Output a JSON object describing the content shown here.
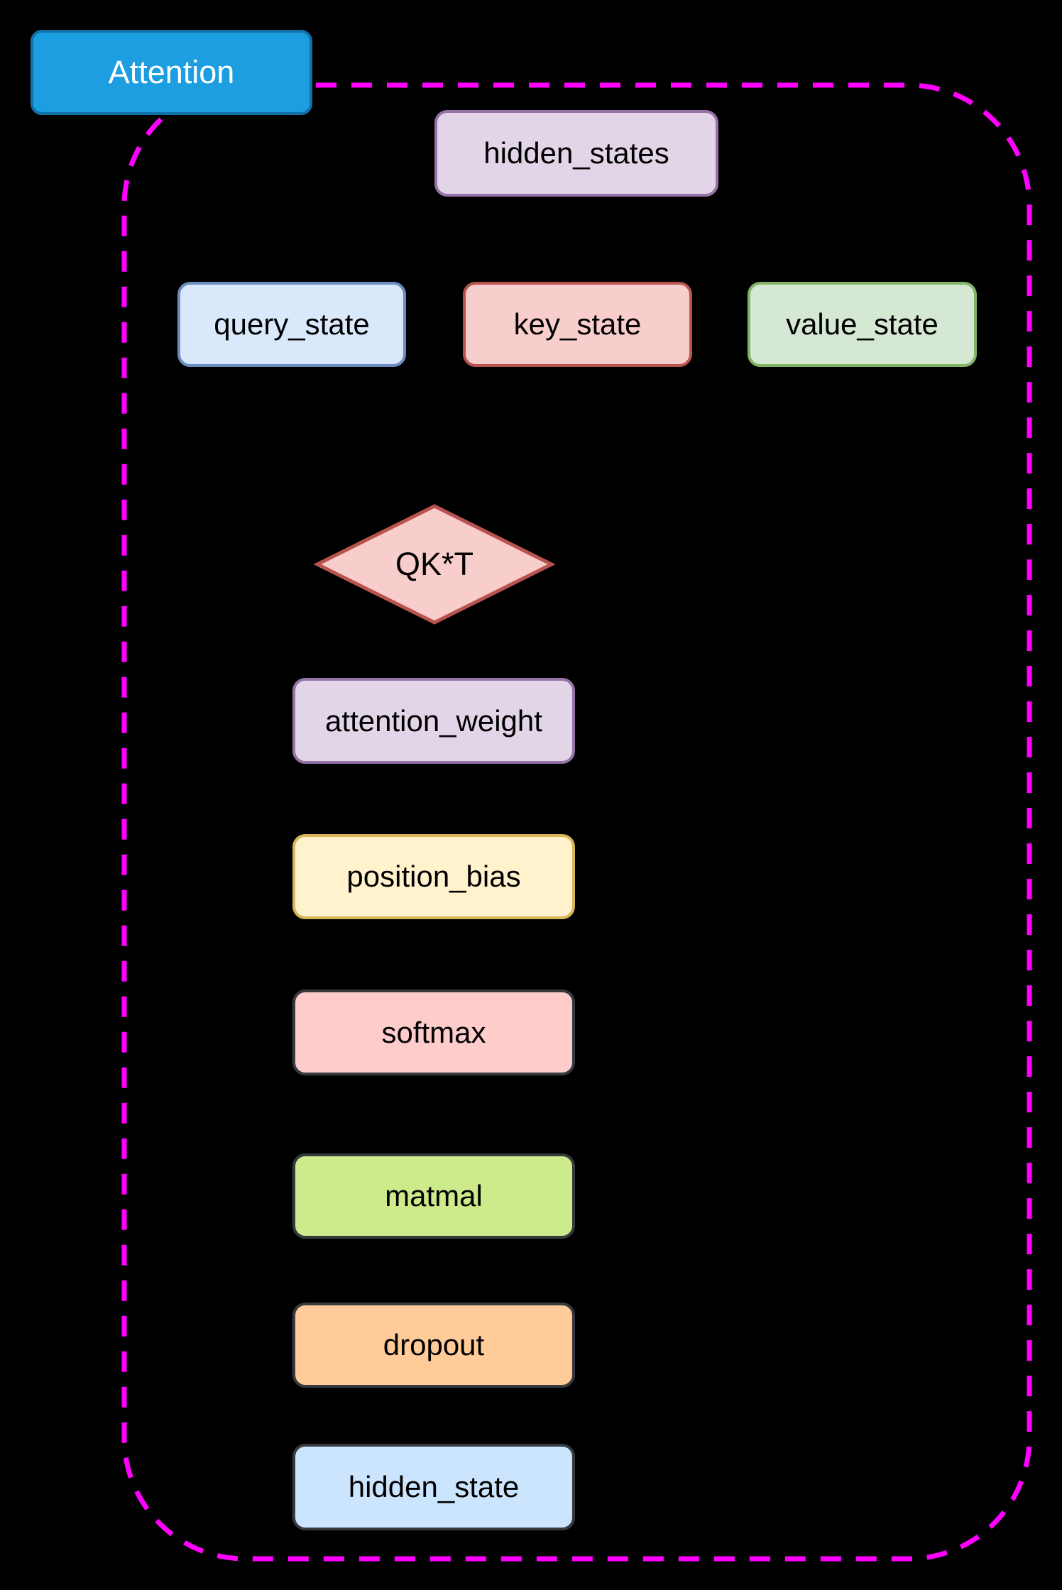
{
  "diagram": {
    "title_box": {
      "label": "Attention",
      "fill": "#1D9EE0",
      "stroke": "#1172AA",
      "text_color": "#FFFFFF"
    },
    "container": {
      "border_color": "#FF00FF",
      "border_style": "dashed",
      "shape": "rounded-rectangle"
    },
    "nodes": [
      {
        "id": "hidden_states",
        "label": "hidden_states",
        "shape": "rounded-rect",
        "fill": "#E1D5E7",
        "stroke": "#9673A6"
      },
      {
        "id": "query_state",
        "label": "query_state",
        "shape": "rounded-rect",
        "fill": "#DAE8FC",
        "stroke": "#6C8EBF"
      },
      {
        "id": "key_state",
        "label": "key_state",
        "shape": "rounded-rect",
        "fill": "#F8CECC",
        "stroke": "#B85450"
      },
      {
        "id": "value_state",
        "label": "value_state",
        "shape": "rounded-rect",
        "fill": "#D5E8D4",
        "stroke": "#82B366"
      },
      {
        "id": "qkt",
        "label": "QK*T",
        "shape": "diamond",
        "fill": "#F8CECC",
        "stroke": "#B85450"
      },
      {
        "id": "attention_weight",
        "label": "attention_weight",
        "shape": "rounded-rect",
        "fill": "#E1D5E7",
        "stroke": "#9673A6"
      },
      {
        "id": "position_bias",
        "label": "position_bias",
        "shape": "rounded-rect",
        "fill": "#FFF2CC",
        "stroke": "#D6B656"
      },
      {
        "id": "softmax",
        "label": "softmax",
        "shape": "rounded-rect",
        "fill": "#FFCCCC",
        "stroke": "#36393D"
      },
      {
        "id": "matmal",
        "label": "matmal",
        "shape": "rounded-rect",
        "fill": "#CDEB8B",
        "stroke": "#36393D"
      },
      {
        "id": "dropout",
        "label": "dropout",
        "shape": "rounded-rect",
        "fill": "#FFCC99",
        "stroke": "#36393D"
      },
      {
        "id": "hidden_state",
        "label": "hidden_state",
        "shape": "rounded-rect",
        "fill": "#CCE5FF",
        "stroke": "#36393D"
      }
    ],
    "text_color": "#000000",
    "background_color": "#000000"
  }
}
